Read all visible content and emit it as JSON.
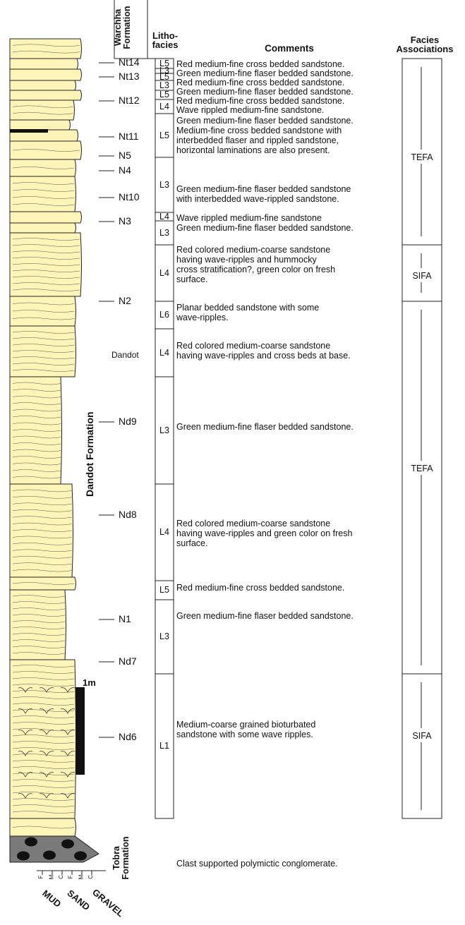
{
  "headers": {
    "warchha_formation": [
      "Warchha",
      "Formation"
    ],
    "lithofacies": [
      "Litho-",
      "facies"
    ],
    "comments": "Comments",
    "facies_associations": [
      "Facies",
      "Associations"
    ]
  },
  "formations": {
    "dandot": "Dandot Formation",
    "tobra": [
      "Tobra",
      "Formation"
    ]
  },
  "dandot_label": "Dandot",
  "scale_label": "1m",
  "grain_size": {
    "classes": [
      "MUD",
      "SAND",
      "GRAVEL"
    ],
    "ticks": [
      "F",
      "M",
      "C",
      "F",
      "M",
      "C"
    ]
  },
  "samples": [
    "Nt14",
    "Nt13",
    "Nt12",
    "Nt11",
    "N5",
    "N4",
    "Nt10",
    "N3",
    "N2",
    "Nd9",
    "Nd8",
    "N1",
    "Nd7",
    "Nd6"
  ],
  "rows": [
    {
      "code": "L5",
      "comment": [
        "Red medium-fine cross bedded sandstone."
      ]
    },
    {
      "code": "L3",
      "comment": [
        "Green medium-fine flaser bedded sandstone."
      ]
    },
    {
      "code": "L5",
      "comment": [
        "Red medium-fine cross bedded sandstone."
      ]
    },
    {
      "code": "L3",
      "comment": [
        "Green medium-fine flaser bedded sandstone."
      ]
    },
    {
      "code": "L5",
      "comment": [
        "Red medium-fine cross bedded sandstone."
      ]
    },
    {
      "code": "L4",
      "comment": [
        "Wave rippled medium-fine sandstone."
      ]
    },
    {
      "code": "L5",
      "comment": [
        "Green medium-fine flaser bedded sandstone.",
        "Medium-fine cross bedded sandstone with",
        "interbedded flaser and rippled sandstone,",
        "horizontal laminations are also present."
      ]
    },
    {
      "code": "L3",
      "comment": [
        "Green medium-fine flaser bedded sandstone",
        "with interbedded wave-rippled sandstone."
      ]
    },
    {
      "code": "L4",
      "comment": [
        "Wave rippled medium-fine sandstone"
      ]
    },
    {
      "code": "L3",
      "comment": [
        "Green medium-fine flaser bedded sandstone."
      ]
    },
    {
      "code": "L4",
      "comment": [
        "Red colored medium-coarse sandstone",
        "having wave-ripples and hummocky",
        "cross stratification?, green color on fresh",
        "surface."
      ]
    },
    {
      "code": "L6",
      "comment": [
        "Planar bedded sandstone with some",
        "wave-ripples."
      ]
    },
    {
      "code": "L4",
      "comment": [
        "Red colored medium-coarse sandstone",
        "having wave-ripples and cross beds at base."
      ]
    },
    {
      "code": "L3",
      "comment": [
        "Green medium-fine flaser bedded sandstone."
      ]
    },
    {
      "code": "L4",
      "comment": [
        "Red colored medium-coarse sandstone",
        "having wave-ripples and green color on fresh",
        "surface."
      ]
    },
    {
      "code": "L5",
      "comment": [
        "Red medium-fine cross bedded sandstone."
      ]
    },
    {
      "code": "L3",
      "comment": [
        "Green medium-fine flaser bedded sandstone."
      ]
    },
    {
      "code": "L1",
      "comment": [
        "Medium-coarse grained bioturbated",
        "sandstone with some wave ripples."
      ]
    }
  ],
  "conglomerate_comment": "Clast supported polymictic conglomerate.",
  "facies_associations": [
    "TEFA",
    "SIFA",
    "TEFA",
    "SIFA"
  ],
  "colors": {
    "sandstone": "#fdf5b8",
    "conglomerate": "#7a7a7a",
    "clast": "#111111",
    "line": "#222222"
  }
}
